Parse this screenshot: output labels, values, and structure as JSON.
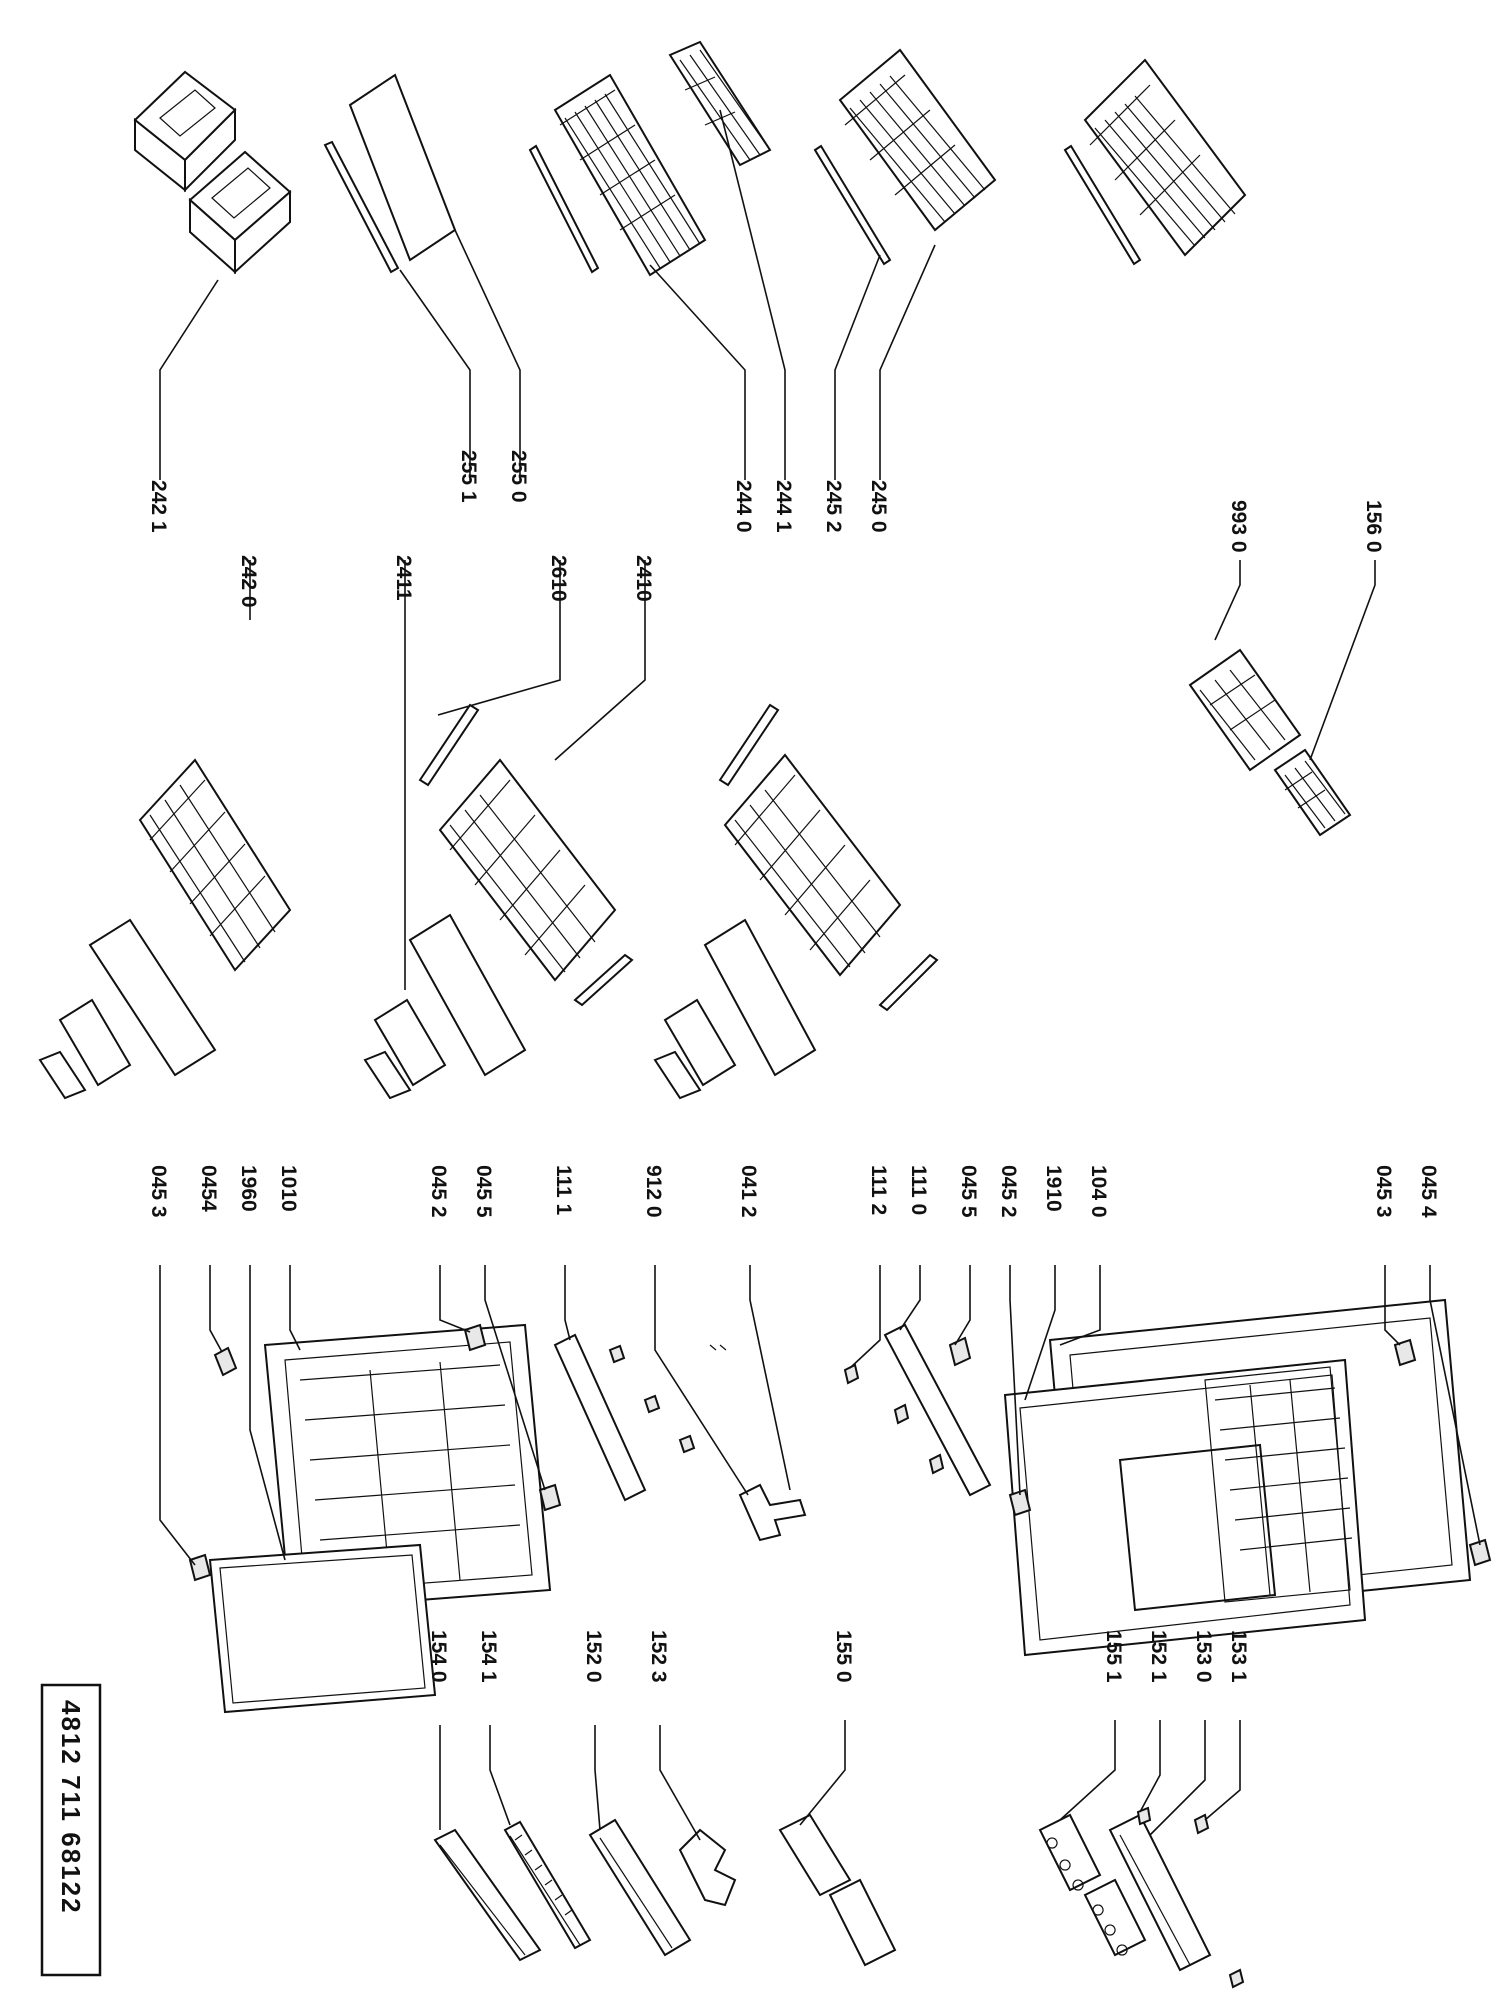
{
  "part_code": "4812 711 68122",
  "labels": {
    "p2421": "242 1",
    "p2551": "255 1",
    "p2550": "255 0",
    "p2440": "244 0",
    "p2441": "244 1",
    "p2452": "245 2",
    "p2450": "245 0",
    "p2420": "242 0",
    "p2411": "2411",
    "p2610": "2610",
    "p2410": "2410",
    "p9930": "993 0",
    "p1560": "156 0",
    "p0453a": "045 3",
    "p0454a": "0454",
    "p1960": "1960",
    "p1010": "1010",
    "p0452a": "045 2",
    "p0455a": "045 5",
    "p1111": "111 1",
    "p9120": "912 0",
    "p0412": "041 2",
    "p1112": "111 2",
    "p1110": "111 0",
    "p0455b": "045 5",
    "p0452b": "045 2",
    "p1910": "1910",
    "p1040": "104 0",
    "p0453b": "045 3",
    "p0454b": "045 4",
    "p1540": "154 0",
    "p1541": "154 1",
    "p1520": "152 0",
    "p1523": "152 3",
    "p1550": "155 0",
    "p1551": "155 1",
    "p1521": "152 1",
    "p1530": "153 0",
    "p1531": "153 1"
  }
}
